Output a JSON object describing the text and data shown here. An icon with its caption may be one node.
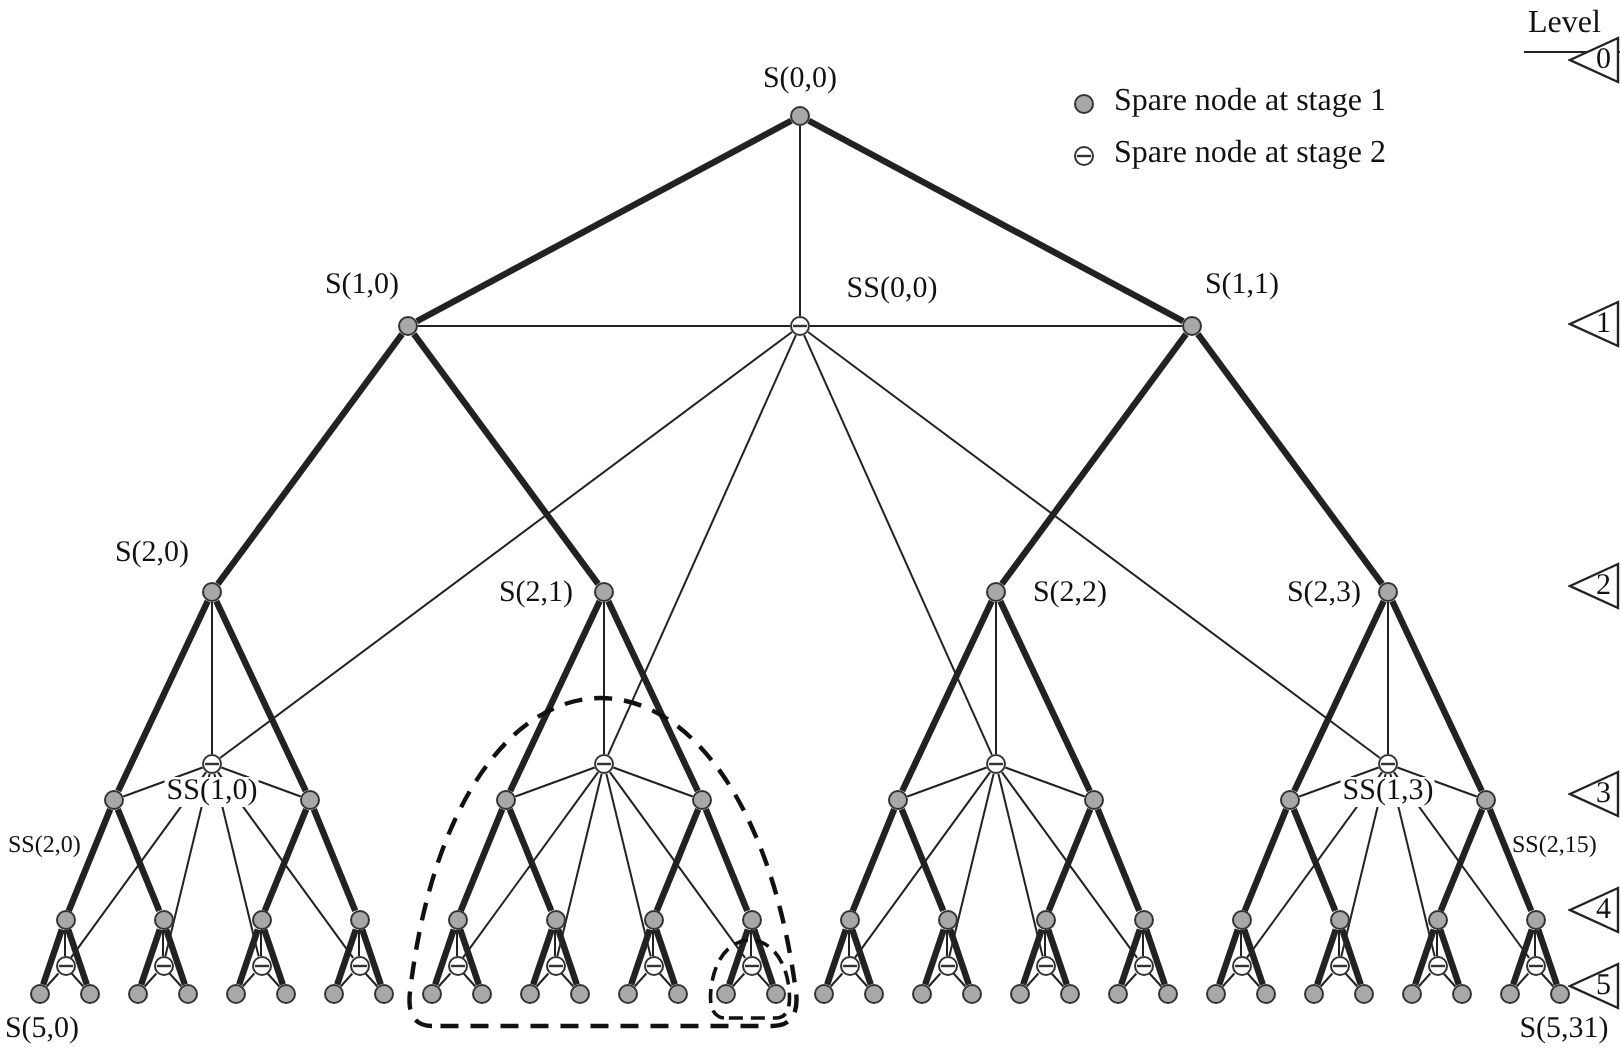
{
  "diagram": {
    "nodes": [
      {
        "text": [
          "S(0,0)"
        ]
      },
      {
        "text": [
          "S(1,0)"
        ]
      },
      {
        "text": [
          "SS(0,0)"
        ]
      },
      {
        "text": [
          "S(1,1)"
        ]
      },
      {
        "text": [
          "S(2,0)"
        ]
      },
      {
        "text": [
          "S(2,1)"
        ]
      },
      {
        "text": [
          "S(2,2)"
        ]
      },
      {
        "text": [
          "S(2,3)"
        ]
      },
      {
        "text": [
          "SS(1,0)"
        ]
      },
      {
        "text": [],
        "shape": "circle"
      },
      {
        "text": [],
        "shape": "circle"
      },
      {
        "text": [
          "SS(1,3)"
        ]
      },
      {
        "text": [],
        "shape": "circle"
      },
      {
        "text": [],
        "shape": "circle"
      },
      {
        "text": [],
        "shape": "circle"
      },
      {
        "text": [],
        "shape": "circle"
      },
      {
        "text": [],
        "shape": "circle"
      },
      {
        "text": [],
        "shape": "circle"
      },
      {
        "text": [],
        "shape": "circle"
      },
      {
        "text": [],
        "shape": "circle"
      },
      {
        "text": [],
        "shape": "circle"
      },
      {
        "text": [],
        "shape": "circle"
      },
      {
        "text": [],
        "shape": "circle"
      },
      {
        "text": [],
        "shape": "circle"
      },
      {
        "text": [],
        "shape": "circle"
      },
      {
        "text": [],
        "shape": "circle"
      },
      {
        "text": [],
        "shape": "circle"
      },
      {
        "text": [],
        "shape": "circle"
      },
      {
        "text": [],
        "shape": "circle"
      },
      {
        "text": [],
        "shape": "circle"
      },
      {
        "text": [],
        "shape": "circle"
      },
      {
        "text": [],
        "shape": "circle"
      },
      {
        "text": [],
        "shape": "circle"
      },
      {
        "text": [],
        "shape": "circle"
      },
      {
        "text": [],
        "shape": "circle"
      },
      {
        "text": [],
        "shape": "circle"
      },
      {
        "text": [],
        "shape": "circle"
      },
      {
        "text": [],
        "shape": "circle"
      },
      {
        "text": [],
        "shape": "circle"
      },
      {
        "text": [],
        "shape": "circle"
      },
      {
        "text": [],
        "shape": "circle"
      },
      {
        "text": [],
        "shape": "circle"
      },
      {
        "text": [],
        "shape": "circle"
      },
      {
        "text": [],
        "shape": "circle"
      },
      {
        "text": [],
        "shape": "circle"
      },
      {
        "text": [],
        "shape": "circle"
      },
      {
        "text": [],
        "shape": "circle"
      },
      {
        "text": [],
        "shape": "circle"
      },
      {
        "text": [],
        "shape": "circle"
      },
      {
        "text": [],
        "shape": "circle"
      },
      {
        "text": [],
        "shape": "circle"
      },
      {
        "text": [],
        "shape": "circle"
      },
      {
        "text": [
          "S(5,0)"
        ]
      },
      {
        "text": [],
        "shape": "circle"
      },
      {
        "text": [],
        "shape": "circle"
      },
      {
        "text": [],
        "shape": "circle"
      },
      {
        "text": [],
        "shape": "circle"
      },
      {
        "text": [],
        "shape": "circle"
      },
      {
        "text": [],
        "shape": "circle"
      },
      {
        "text": [],
        "shape": "circle"
      },
      {
        "text": [],
        "shape": "circle"
      },
      {
        "text": [],
        "shape": "circle"
      },
      {
        "text": [],
        "shape": "circle"
      },
      {
        "text": [],
        "shape": "circle"
      },
      {
        "text": [],
        "shape": "circle"
      },
      {
        "text": [],
        "shape": "circle"
      },
      {
        "text": [],
        "shape": "circle"
      },
      {
        "text": [],
        "shape": "circle"
      },
      {
        "text": [],
        "shape": "circle"
      },
      {
        "text": [],
        "shape": "circle"
      },
      {
        "text": [],
        "shape": "circle"
      },
      {
        "text": [],
        "shape": "circle"
      },
      {
        "text": [],
        "shape": "circle"
      },
      {
        "text": [],
        "shape": "circle"
      },
      {
        "text": [],
        "shape": "circle"
      },
      {
        "text": [],
        "shape": "circle"
      },
      {
        "text": [],
        "shape": "circle"
      },
      {
        "text": [],
        "shape": "circle"
      },
      {
        "text": [],
        "shape": "circle"
      },
      {
        "text": [],
        "shape": "circle"
      },
      {
        "text": [],
        "shape": "circle"
      },
      {
        "text": [],
        "shape": "circle"
      },
      {
        "text": [],
        "shape": "circle"
      },
      {
        "text": [
          "S(5,31)"
        ]
      }
    ],
    "edges": [
      {
        "from": 0,
        "to": 1,
        "arrow": "none",
        "style": "thick"
      },
      {
        "from": 0,
        "to": 3,
        "arrow": "none",
        "style": "thick"
      },
      {
        "from": 1,
        "to": 4,
        "arrow": "none",
        "style": "thick"
      },
      {
        "from": 1,
        "to": 5,
        "arrow": "none",
        "style": "thick"
      },
      {
        "from": 3,
        "to": 6,
        "arrow": "none",
        "style": "thick"
      },
      {
        "from": 3,
        "to": 7,
        "arrow": "none",
        "style": "thick"
      },
      {
        "from": 4,
        "to": 12,
        "arrow": "none",
        "style": "thick"
      },
      {
        "from": 4,
        "to": 13,
        "arrow": "none",
        "style": "thick"
      },
      {
        "from": 5,
        "to": 14,
        "arrow": "none",
        "style": "thick"
      },
      {
        "from": 5,
        "to": 15,
        "arrow": "none",
        "style": "thick"
      },
      {
        "from": 6,
        "to": 16,
        "arrow": "none",
        "style": "thick"
      },
      {
        "from": 6,
        "to": 17,
        "arrow": "none",
        "style": "thick"
      },
      {
        "from": 7,
        "to": 18,
        "arrow": "none",
        "style": "thick"
      },
      {
        "from": 7,
        "to": 19,
        "arrow": "none",
        "style": "thick"
      },
      {
        "from": 12,
        "to": 20,
        "arrow": "none",
        "style": "thick"
      },
      {
        "from": 12,
        "to": 21,
        "arrow": "none",
        "style": "thick"
      },
      {
        "from": 13,
        "to": 22,
        "arrow": "none",
        "style": "thick"
      },
      {
        "from": 13,
        "to": 23,
        "arrow": "none",
        "style": "thick"
      },
      {
        "from": 14,
        "to": 24,
        "arrow": "none",
        "style": "thick"
      },
      {
        "from": 14,
        "to": 25,
        "arrow": "none",
        "style": "thick"
      },
      {
        "from": 15,
        "to": 26,
        "arrow": "none",
        "style": "thick"
      },
      {
        "from": 15,
        "to": 27,
        "arrow": "none",
        "style": "thick"
      },
      {
        "from": 16,
        "to": 28,
        "arrow": "none",
        "style": "thick"
      },
      {
        "from": 16,
        "to": 29,
        "arrow": "none",
        "style": "thick"
      },
      {
        "from": 17,
        "to": 30,
        "arrow": "none",
        "style": "thick"
      },
      {
        "from": 17,
        "to": 31,
        "arrow": "none",
        "style": "thick"
      },
      {
        "from": 18,
        "to": 32,
        "arrow": "none",
        "style": "thick"
      },
      {
        "from": 18,
        "to": 33,
        "arrow": "none",
        "style": "thick"
      },
      {
        "from": 19,
        "to": 34,
        "arrow": "none",
        "style": "thick"
      },
      {
        "from": 19,
        "to": 35,
        "arrow": "none",
        "style": "thick"
      },
      {
        "from": 20,
        "to": 52,
        "arrow": "none",
        "style": "thick"
      },
      {
        "from": 20,
        "to": 53,
        "arrow": "none",
        "style": "thick"
      },
      {
        "from": 21,
        "to": 54,
        "arrow": "none",
        "style": "thick"
      },
      {
        "from": 21,
        "to": 55,
        "arrow": "none",
        "style": "thick"
      },
      {
        "from": 22,
        "to": 56,
        "arrow": "none",
        "style": "thick"
      },
      {
        "from": 22,
        "to": 57,
        "arrow": "none",
        "style": "thick"
      },
      {
        "from": 23,
        "to": 58,
        "arrow": "none",
        "style": "thick"
      },
      {
        "from": 23,
        "to": 59,
        "arrow": "none",
        "style": "thick"
      },
      {
        "from": 24,
        "to": 60,
        "arrow": "none",
        "style": "thick"
      },
      {
        "from": 24,
        "to": 61,
        "arrow": "none",
        "style": "thick"
      },
      {
        "from": 25,
        "to": 62,
        "arrow": "none",
        "style": "thick"
      },
      {
        "from": 25,
        "to": 63,
        "arrow": "none",
        "style": "thick"
      },
      {
        "from": 26,
        "to": 64,
        "arrow": "none",
        "style": "thick"
      },
      {
        "from": 26,
        "to": 65,
        "arrow": "none",
        "style": "thick"
      },
      {
        "from": 27,
        "to": 66,
        "arrow": "none",
        "style": "thick"
      },
      {
        "from": 27,
        "to": 67,
        "arrow": "none",
        "style": "thick"
      },
      {
        "from": 28,
        "to": 68,
        "arrow": "none",
        "style": "thick"
      },
      {
        "from": 28,
        "to": 69,
        "arrow": "none",
        "style": "thick"
      },
      {
        "from": 29,
        "to": 70,
        "arrow": "none",
        "style": "thick"
      },
      {
        "from": 29,
        "to": 71,
        "arrow": "none",
        "style": "thick"
      },
      {
        "from": 30,
        "to": 72,
        "arrow": "none",
        "style": "thick"
      },
      {
        "from": 30,
        "to": 73,
        "arrow": "none",
        "style": "thick"
      },
      {
        "from": 31,
        "to": 74,
        "arrow": "none",
        "style": "thick"
      },
      {
        "from": 31,
        "to": 75,
        "arrow": "none",
        "style": "thick"
      },
      {
        "from": 32,
        "to": 76,
        "arrow": "none",
        "style": "thick"
      },
      {
        "from": 32,
        "to": 77,
        "arrow": "none",
        "style": "thick"
      },
      {
        "from": 33,
        "to": 78,
        "arrow": "none",
        "style": "thick"
      },
      {
        "from": 33,
        "to": 79,
        "arrow": "none",
        "style": "thick"
      },
      {
        "from": 34,
        "to": 80,
        "arrow": "none",
        "style": "thick"
      },
      {
        "from": 34,
        "to": 81,
        "arrow": "none",
        "style": "thick"
      },
      {
        "from": 35,
        "to": 82,
        "arrow": "none",
        "style": "thick"
      },
      {
        "from": 35,
        "to": 83,
        "arrow": "none",
        "style": "thick"
      },
      {
        "from": 0,
        "to": 2,
        "arrow": "none"
      },
      {
        "from": 2,
        "to": 1,
        "arrow": "none"
      },
      {
        "from": 2,
        "to": 3,
        "arrow": "none"
      },
      {
        "from": 2,
        "to": 8,
        "arrow": "none"
      },
      {
        "from": 2,
        "to": 9,
        "arrow": "none"
      },
      {
        "from": 2,
        "to": 10,
        "arrow": "none"
      },
      {
        "from": 2,
        "to": 11,
        "arrow": "none"
      },
      {
        "from": 4,
        "to": 8,
        "arrow": "none"
      },
      {
        "from": 8,
        "to": 12,
        "arrow": "none"
      },
      {
        "from": 8,
        "to": 13,
        "arrow": "none"
      },
      {
        "from": 8,
        "to": 36,
        "arrow": "none"
      },
      {
        "from": 8,
        "to": 37,
        "arrow": "none"
      },
      {
        "from": 8,
        "to": 38,
        "arrow": "none"
      },
      {
        "from": 8,
        "to": 39,
        "arrow": "none"
      },
      {
        "from": 5,
        "to": 9,
        "arrow": "none"
      },
      {
        "from": 9,
        "to": 14,
        "arrow": "none"
      },
      {
        "from": 9,
        "to": 15,
        "arrow": "none"
      },
      {
        "from": 9,
        "to": 40,
        "arrow": "none"
      },
      {
        "from": 9,
        "to": 41,
        "arrow": "none"
      },
      {
        "from": 9,
        "to": 42,
        "arrow": "none"
      },
      {
        "from": 9,
        "to": 43,
        "arrow": "none"
      },
      {
        "from": 6,
        "to": 10,
        "arrow": "none"
      },
      {
        "from": 10,
        "to": 16,
        "arrow": "none"
      },
      {
        "from": 10,
        "to": 17,
        "arrow": "none"
      },
      {
        "from": 10,
        "to": 44,
        "arrow": "none"
      },
      {
        "from": 10,
        "to": 45,
        "arrow": "none"
      },
      {
        "from": 10,
        "to": 46,
        "arrow": "none"
      },
      {
        "from": 10,
        "to": 47,
        "arrow": "none"
      },
      {
        "from": 7,
        "to": 11,
        "arrow": "none"
      },
      {
        "from": 11,
        "to": 18,
        "arrow": "none"
      },
      {
        "from": 11,
        "to": 19,
        "arrow": "none"
      },
      {
        "from": 11,
        "to": 48,
        "arrow": "none"
      },
      {
        "from": 11,
        "to": 49,
        "arrow": "none"
      },
      {
        "from": 11,
        "to": 50,
        "arrow": "none"
      },
      {
        "from": 11,
        "to": 51,
        "arrow": "none"
      },
      {
        "from": 20,
        "to": 36,
        "arrow": "none"
      },
      {
        "from": 36,
        "to": 52,
        "arrow": "none"
      },
      {
        "from": 36,
        "to": 53,
        "arrow": "none"
      },
      {
        "from": 21,
        "to": 37,
        "arrow": "none"
      },
      {
        "from": 37,
        "to": 54,
        "arrow": "none"
      },
      {
        "from": 37,
        "to": 55,
        "arrow": "none"
      },
      {
        "from": 22,
        "to": 38,
        "arrow": "none"
      },
      {
        "from": 38,
        "to": 56,
        "arrow": "none"
      },
      {
        "from": 38,
        "to": 57,
        "arrow": "none"
      },
      {
        "from": 23,
        "to": 39,
        "arrow": "none"
      },
      {
        "from": 39,
        "to": 58,
        "arrow": "none"
      },
      {
        "from": 39,
        "to": 59,
        "arrow": "none"
      },
      {
        "from": 24,
        "to": 40,
        "arrow": "none"
      },
      {
        "from": 40,
        "to": 60,
        "arrow": "none"
      },
      {
        "from": 40,
        "to": 61,
        "arrow": "none"
      },
      {
        "from": 25,
        "to": 41,
        "arrow": "none"
      },
      {
        "from": 41,
        "to": 62,
        "arrow": "none"
      },
      {
        "from": 41,
        "to": 63,
        "arrow": "none"
      },
      {
        "from": 26,
        "to": 42,
        "arrow": "none"
      },
      {
        "from": 42,
        "to": 64,
        "arrow": "none"
      },
      {
        "from": 42,
        "to": 65,
        "arrow": "none"
      },
      {
        "from": 27,
        "to": 43,
        "arrow": "none"
      },
      {
        "from": 43,
        "to": 66,
        "arrow": "none"
      },
      {
        "from": 43,
        "to": 67,
        "arrow": "none"
      },
      {
        "from": 28,
        "to": 44,
        "arrow": "none"
      },
      {
        "from": 44,
        "to": 68,
        "arrow": "none"
      },
      {
        "from": 44,
        "to": 69,
        "arrow": "none"
      },
      {
        "from": 29,
        "to": 45,
        "arrow": "none"
      },
      {
        "from": 45,
        "to": 70,
        "arrow": "none"
      },
      {
        "from": 45,
        "to": 71,
        "arrow": "none"
      },
      {
        "from": 30,
        "to": 46,
        "arrow": "none"
      },
      {
        "from": 46,
        "to": 72,
        "arrow": "none"
      },
      {
        "from": 46,
        "to": 73,
        "arrow": "none"
      },
      {
        "from": 31,
        "to": 47,
        "arrow": "none"
      },
      {
        "from": 47,
        "to": 74,
        "arrow": "none"
      },
      {
        "from": 47,
        "to": 75,
        "arrow": "none"
      },
      {
        "from": 32,
        "to": 48,
        "arrow": "none"
      },
      {
        "from": 48,
        "to": 76,
        "arrow": "none"
      },
      {
        "from": 48,
        "to": 77,
        "arrow": "none"
      },
      {
        "from": 33,
        "to": 49,
        "arrow": "none"
      },
      {
        "from": 49,
        "to": 78,
        "arrow": "none"
      },
      {
        "from": 49,
        "to": 79,
        "arrow": "none"
      },
      {
        "from": 34,
        "to": 50,
        "arrow": "none"
      },
      {
        "from": 50,
        "to": 80,
        "arrow": "none"
      },
      {
        "from": 50,
        "to": 81,
        "arrow": "none"
      },
      {
        "from": 35,
        "to": 51,
        "arrow": "none"
      },
      {
        "from": 51,
        "to": 82,
        "arrow": "none"
      },
      {
        "from": 51,
        "to": 83,
        "arrow": "none"
      }
    ],
    "labels": [
      "Level",
      "0",
      "1",
      "2",
      "3",
      "4",
      "5",
      "SS(2,0)",
      "SS(2,15)"
    ],
    "legend": [
      {
        "text": "Spare node at stage 1"
      },
      {
        "text": "Spare node at stage 2"
      }
    ]
  }
}
